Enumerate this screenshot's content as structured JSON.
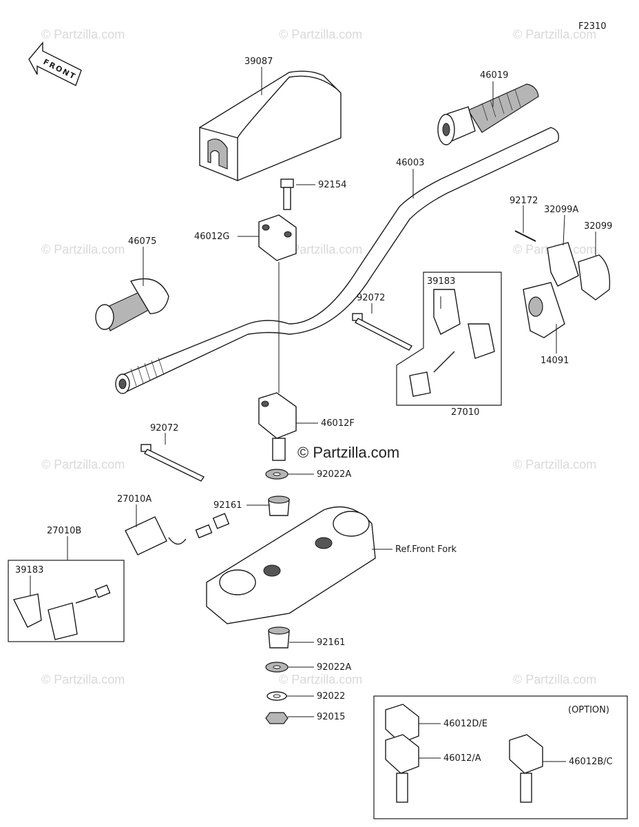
{
  "diagram": {
    "figure_code": "F2310",
    "front_label": "FRONT",
    "watermark": "© Partzilla.com",
    "center_watermark": "© Partzilla.com",
    "option_label": "(OPTION)",
    "ref_label": "Ref.Front Fork",
    "parts": [
      {
        "id": "p39087",
        "number": "39087"
      },
      {
        "id": "p46019",
        "number": "46019"
      },
      {
        "id": "p46003",
        "number": "46003"
      },
      {
        "id": "p92154",
        "number": "92154"
      },
      {
        "id": "p46012G",
        "number": "46012G"
      },
      {
        "id": "p46075",
        "number": "46075"
      },
      {
        "id": "p92172",
        "number": "92172"
      },
      {
        "id": "p32099A",
        "number": "32099A"
      },
      {
        "id": "p32099",
        "number": "32099"
      },
      {
        "id": "p39183a",
        "number": "39183"
      },
      {
        "id": "p92072a",
        "number": "92072"
      },
      {
        "id": "p14091",
        "number": "14091"
      },
      {
        "id": "p27010",
        "number": "27010"
      },
      {
        "id": "p46012F",
        "number": "46012F"
      },
      {
        "id": "p92072b",
        "number": "92072"
      },
      {
        "id": "p92022Aa",
        "number": "92022A"
      },
      {
        "id": "p27010A",
        "number": "27010A"
      },
      {
        "id": "p92161a",
        "number": "92161"
      },
      {
        "id": "p27010B",
        "number": "27010B"
      },
      {
        "id": "p39183b",
        "number": "39183"
      },
      {
        "id": "p92161b",
        "number": "92161"
      },
      {
        "id": "p92022Ab",
        "number": "92022A"
      },
      {
        "id": "p92022",
        "number": "92022"
      },
      {
        "id": "p92015",
        "number": "92015"
      },
      {
        "id": "p46012DE",
        "number": "46012D/E"
      },
      {
        "id": "p46012A",
        "number": "46012/A"
      },
      {
        "id": "p46012BC",
        "number": "46012B/C"
      }
    ]
  }
}
